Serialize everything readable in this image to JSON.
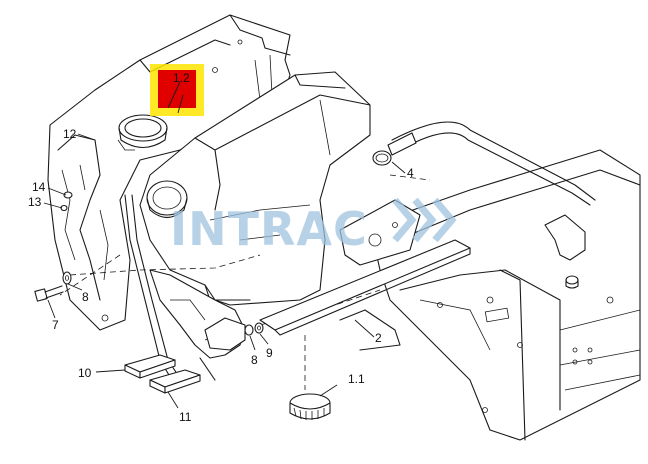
{
  "diagram": {
    "callouts": [
      {
        "id": "c-1-2",
        "label": "1.2"
      },
      {
        "id": "c-12",
        "label": "12"
      },
      {
        "id": "c-14",
        "label": "14"
      },
      {
        "id": "c-13",
        "label": "13"
      },
      {
        "id": "c-7",
        "label": "7"
      },
      {
        "id": "c-8a",
        "label": "8"
      },
      {
        "id": "c-8b",
        "label": "8"
      },
      {
        "id": "c-9",
        "label": "9"
      },
      {
        "id": "c-10",
        "label": "10"
      },
      {
        "id": "c-11",
        "label": "11"
      },
      {
        "id": "c-4",
        "label": "4"
      },
      {
        "id": "c-2",
        "label": "2"
      },
      {
        "id": "c-1-1",
        "label": "1.1"
      }
    ],
    "highlight_color": "#e00000",
    "highlight_glow": "#ffe400",
    "watermark": {
      "text": "INTRAC",
      "color": "#9fc3e0"
    }
  }
}
